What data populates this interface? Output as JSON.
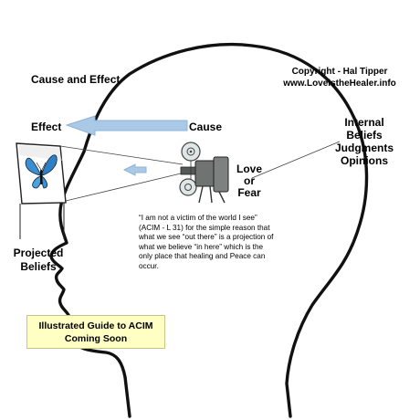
{
  "title": "Cause and Effect",
  "copyright": {
    "line1": "Copyright - Hal Tipper",
    "line2": "www.LoveistheHealer.info"
  },
  "labels": {
    "effect": "Effect",
    "cause": "Cause",
    "internal": [
      "Internal",
      "Beliefs",
      "Judgments",
      "Opinions"
    ],
    "love": "Love",
    "or": "or",
    "fear": "Fear",
    "projected": [
      "Projected",
      "Beliefs"
    ]
  },
  "quote": "“I am not a victim of the world I see” (ACIM - L 31) for the simple reason that what we see “out there” is a projection of what we believe “in here” which is the only place that healing and Peace can occur.",
  "guide": {
    "line1": "Illustrated Guide to ACIM",
    "line2": "Coming Soon"
  },
  "colors": {
    "arrow": "#a9c9e6",
    "arrow_stroke": "#8fb4d8",
    "guide_bg": "#ffffc4",
    "butterfly": "#3a8fd0"
  },
  "icons": [
    "head-silhouette",
    "projector-icon",
    "screen-icon",
    "butterfly-icon"
  ]
}
